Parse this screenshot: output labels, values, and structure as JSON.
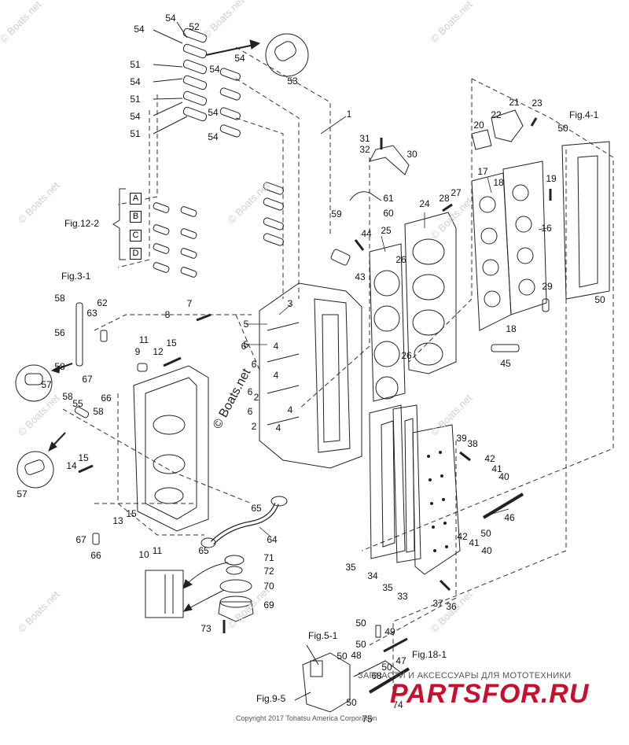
{
  "watermark": "© Boats.net",
  "center_watermark": "© Boats.net",
  "copyright": "Copyright 2017 Tohatsu America Corporation",
  "shop": {
    "banner": "ЗАПЧАСТИ И АКСЕССУАРЫ ДЛЯ МОТОТЕХНИКИ",
    "logo": "PARTSFOR.RU"
  },
  "fig_refs": {
    "fig_12_2": "Fig.12-2",
    "fig_3_1": "Fig.3-1",
    "fig_4_1": "Fig.4-1",
    "fig_5_1": "Fig.5-1",
    "fig_18_1": "Fig.18-1",
    "fig_9_5": "Fig.9-5"
  },
  "box_labels": [
    "A",
    "B",
    "C",
    "D"
  ],
  "part_labels": {
    "p1": "1",
    "p2a": "2",
    "p2b": "2",
    "p3": "3",
    "p4a": "4",
    "p4b": "4",
    "p4c": "4",
    "p4d": "4",
    "p5a": "5",
    "p5b": "5",
    "p6a": "6",
    "p6b": "6",
    "p6c": "6",
    "p6d": "6",
    "p7": "7",
    "p8": "8",
    "p9": "9",
    "p10": "10",
    "p11a": "11",
    "p11b": "11",
    "p12": "12",
    "p13": "13",
    "p14": "14",
    "p15a": "15",
    "p15b": "15",
    "p15c": "15",
    "p16": "16",
    "p17": "17",
    "p18a": "18",
    "p18b": "18",
    "p19": "19",
    "p20": "20",
    "p21": "21",
    "p22": "22",
    "p23": "23",
    "p24": "24",
    "p25": "25",
    "p26a": "26",
    "p26b": "26",
    "p27": "27",
    "p28": "28",
    "p29": "29",
    "p30": "30",
    "p31": "31",
    "p32": "32",
    "p33": "33",
    "p34": "34",
    "p35a": "35",
    "p35b": "35",
    "p36": "36",
    "p37": "37",
    "p38": "38",
    "p39": "39",
    "p40a": "40",
    "p40b": "40",
    "p41a": "41",
    "p41b": "41",
    "p42a": "42",
    "p42b": "42",
    "p43": "43",
    "p44": "44",
    "p45": "45",
    "p46": "46",
    "p47": "47",
    "p48": "48",
    "p49": "49",
    "p50a": "50",
    "p50b": "50",
    "p50c": "50",
    "p50d": "50",
    "p50e": "50",
    "p50f": "50",
    "p50g": "50",
    "p51a": "51",
    "p51b": "51",
    "p51c": "51",
    "p52": "52",
    "p53": "53",
    "p54a": "54",
    "p54b": "54",
    "p54c": "54",
    "p54d": "54",
    "p54e": "54",
    "p54f": "54",
    "p54g": "54",
    "p55": "55",
    "p56": "56",
    "p57a": "57",
    "p57b": "57",
    "p58a": "58",
    "p58b": "58",
    "p58c": "58",
    "p58d": "58",
    "p59": "59",
    "p60": "60",
    "p61": "61",
    "p62": "62",
    "p63": "63",
    "p64": "64",
    "p65a": "65",
    "p65b": "65",
    "p66a": "66",
    "p66b": "66",
    "p67a": "67",
    "p67b": "67",
    "p68": "68",
    "p69": "69",
    "p70": "70",
    "p71": "71",
    "p72": "72",
    "p73": "73",
    "p74": "74",
    "p75": "75"
  }
}
